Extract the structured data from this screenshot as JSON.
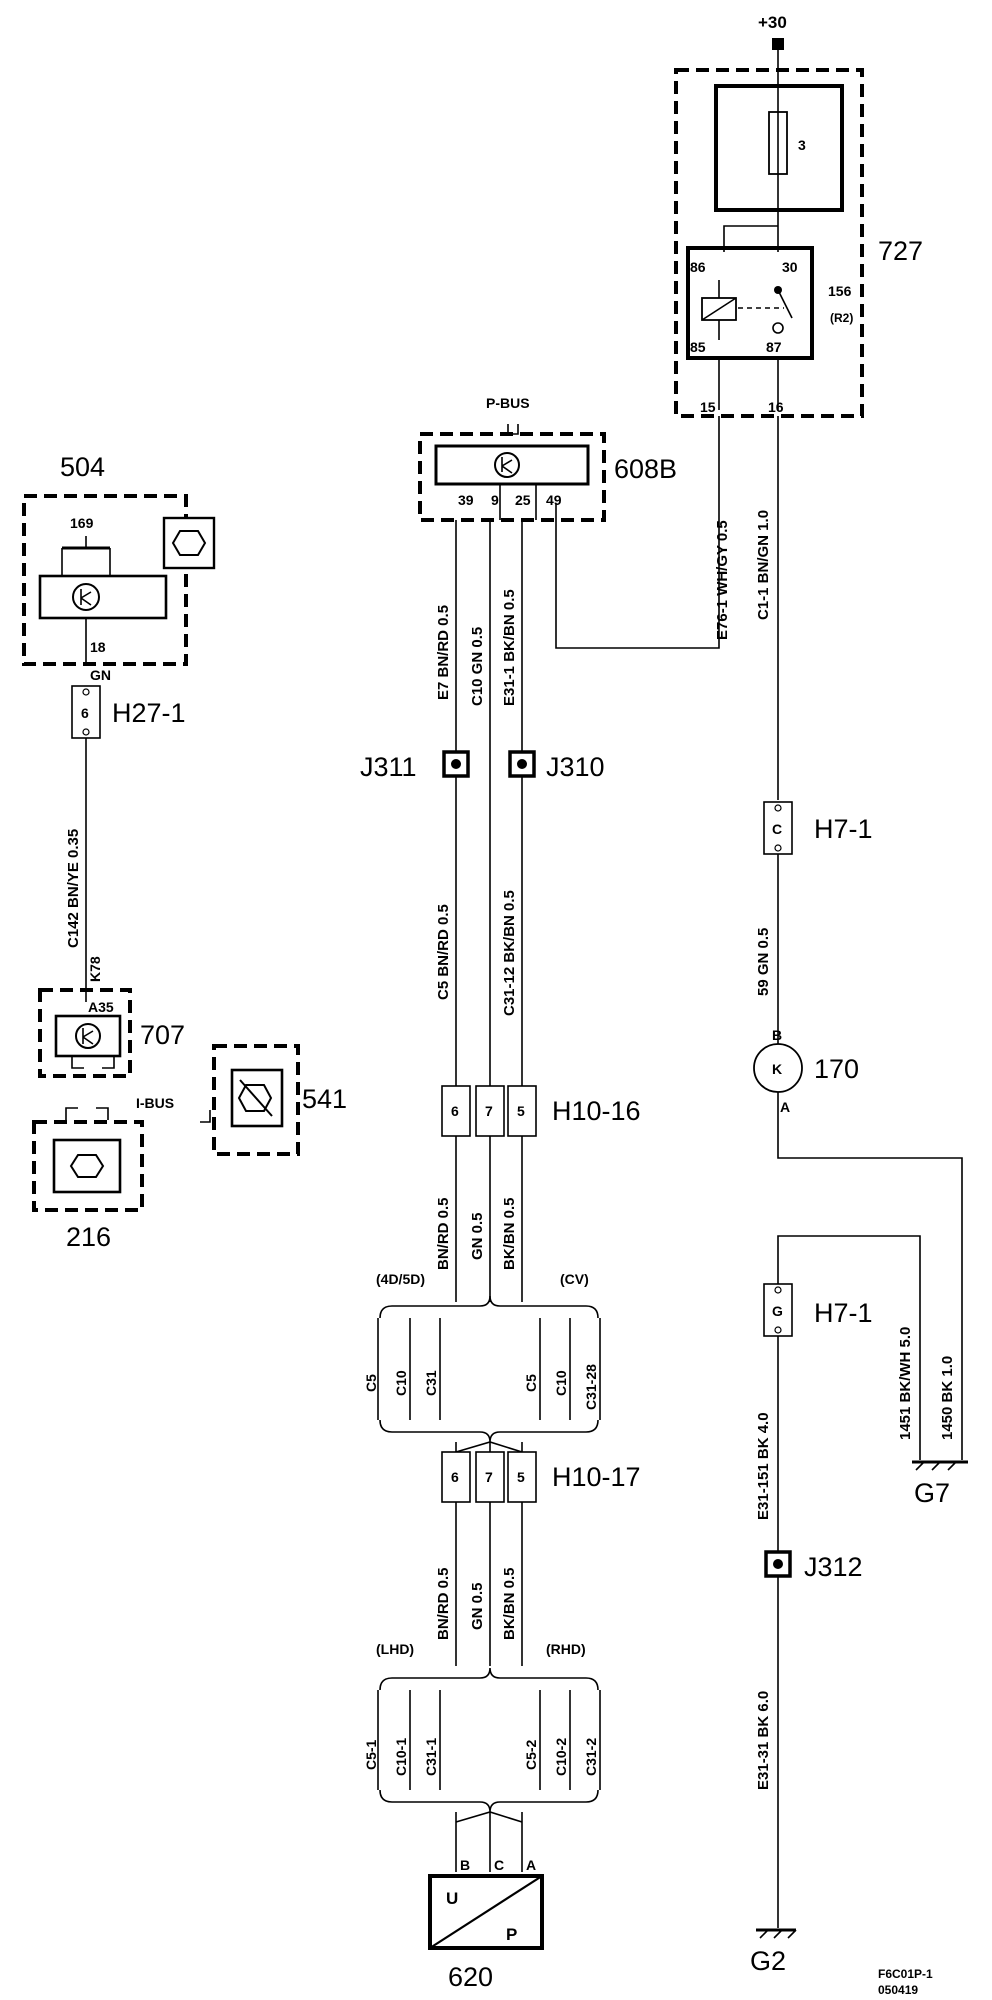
{
  "power": {
    "label": "+30"
  },
  "fuse": {
    "number": "3"
  },
  "relay_box": {
    "label": "727"
  },
  "relay": {
    "id": "156",
    "sub": "(R2)",
    "pin86": "86",
    "pin30": "30",
    "pin85": "85",
    "pin87": "87",
    "out15": "15",
    "out16": "16"
  },
  "pbus": {
    "label": "P-BUS"
  },
  "ecu608b": {
    "label": "608B",
    "pins": [
      "39",
      "9",
      "25",
      "49"
    ]
  },
  "wires_top": {
    "e7": "E7 BN/RD 0.5",
    "c10": "C10 GN 0.5",
    "e31_1": "E31-1 BK/BN 0.5",
    "e76_1": "E76-1 WH/GY 0.5",
    "c1_1": "C1-1 BN/GN 1.0"
  },
  "junctions": {
    "j311": "J311",
    "j310": "J310",
    "j312": "J312"
  },
  "wires_mid": {
    "c5": "C5 BN/RD 0.5",
    "c31_12": "C31-12 BK/BN 0.5",
    "w59": "59 GN 0.5"
  },
  "h7_1_top": {
    "label": "H7-1",
    "pin": "C"
  },
  "motor170": {
    "label": "170",
    "symbol": "K",
    "pinB": "B",
    "pinA": "A"
  },
  "h10_16": {
    "label": "H10-16",
    "pins": [
      "6",
      "7",
      "5"
    ]
  },
  "h10_17": {
    "label": "H10-17",
    "pins": [
      "6",
      "7",
      "5"
    ]
  },
  "wires_low1": [
    "BN/RD 0.5",
    "GN 0.5",
    "BK/BN 0.5"
  ],
  "variant1": {
    "left": "(4D/5D)",
    "right": "(CV)",
    "left_items": [
      "C5",
      "C10",
      "C31"
    ],
    "right_items": [
      "C5",
      "C10",
      "C31-28"
    ]
  },
  "wires_low2": [
    "BN/RD 0.5",
    "GN 0.5",
    "BK/BN 0.5"
  ],
  "variant2": {
    "left": "(LHD)",
    "right": "(RHD)",
    "left_items": [
      "C5-1",
      "C10-1",
      "C31-1"
    ],
    "right_items": [
      "C5-2",
      "C10-2",
      "C31-2"
    ]
  },
  "sensor620": {
    "label": "620",
    "pins": [
      "B",
      "C",
      "A"
    ],
    "u": "U",
    "p": "P"
  },
  "h7_1_low": {
    "label": "H7-1",
    "pin": "G"
  },
  "wires_ground": {
    "e31_151": "E31-151 BK 4.0",
    "e31_31": "E31-31 BK 6.0",
    "w1451": "1451 BK/WH 5.0",
    "w1450": "1450 BK 1.0"
  },
  "grounds": {
    "g7": "G7",
    "g2": "G2"
  },
  "module504": {
    "label": "504",
    "button": "169",
    "pin": "18",
    "wire": "GN"
  },
  "h27_1": {
    "label": "H27-1",
    "pin": "6"
  },
  "wire_c142": "C142 BN/YE 0.35",
  "module707": {
    "label": "707",
    "pin_k": "K78",
    "pin_a": "A35"
  },
  "ibus": {
    "label": "I-BUS"
  },
  "module541": {
    "label": "541"
  },
  "module216": {
    "label": "216"
  },
  "footer": {
    "line1": "F6C01P-1",
    "line2": "050419"
  }
}
